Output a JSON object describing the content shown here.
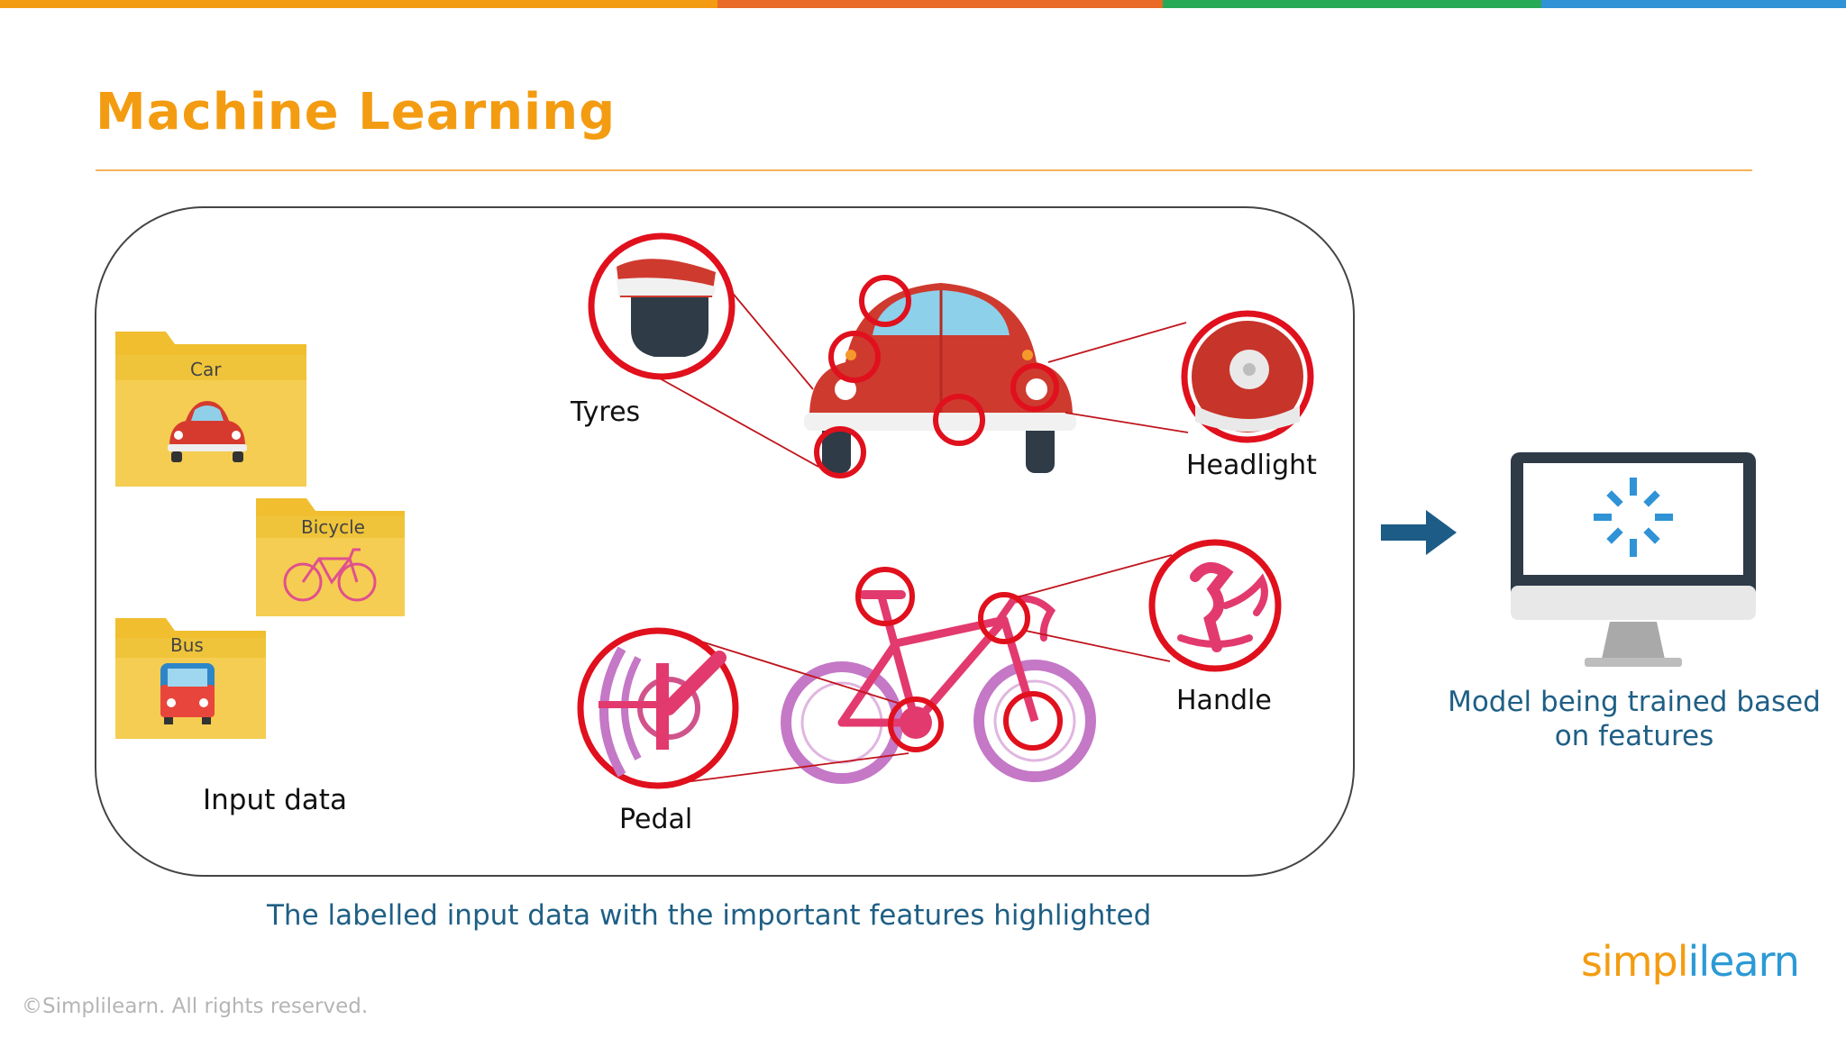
{
  "colors": {
    "title": "#f39c12",
    "accent_red": "#e0101d",
    "caption_blue": "#1f5f85",
    "folder_yellow": "#f5cd52",
    "arrow_blue": "#1c5c86",
    "topbar": [
      "#f39c12",
      "#ea6a27",
      "#27a957",
      "#2f93d6"
    ]
  },
  "slide": {
    "title": "Machine Learning",
    "caption": "The labelled input data with the important features highlighted",
    "copyright": "©Simplilearn. All rights reserved.",
    "logo_part1": "simpl",
    "logo_part2": "ilearn"
  },
  "input": {
    "label": "Input data",
    "folders": [
      {
        "label": "Car",
        "icon": "car-icon"
      },
      {
        "label": "Bicycle",
        "icon": "bicycle-icon"
      },
      {
        "label": "Bus",
        "icon": "bus-icon"
      }
    ]
  },
  "features": {
    "tyres": "Tyres",
    "headlight": "Headlight",
    "pedal": "Pedal",
    "handle": "Handle"
  },
  "model": {
    "label": "Model being trained based on features",
    "icon": "monitor-loading-icon"
  }
}
